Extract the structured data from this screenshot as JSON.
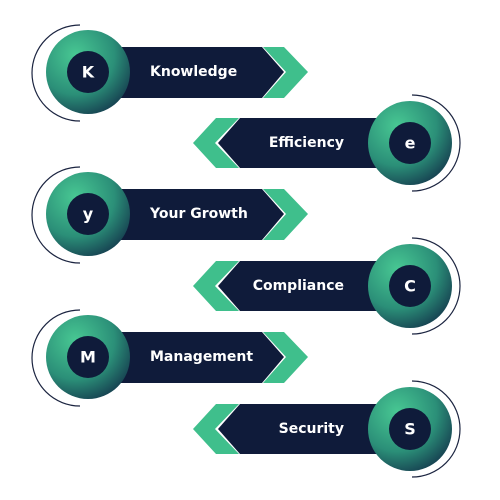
{
  "colors": {
    "navy": "#0f1b3a",
    "green": "#3fbf8c",
    "ring_stroke": "#1b2440"
  },
  "steps": [
    {
      "letter": "K",
      "label": "Knowledge"
    },
    {
      "letter": "e",
      "label": "Efficiency"
    },
    {
      "letter": "y",
      "label": "Your Growth"
    },
    {
      "letter": "C",
      "label": "Compliance"
    },
    {
      "letter": "M",
      "label": "Management"
    },
    {
      "letter": "S",
      "label": "Security"
    }
  ]
}
